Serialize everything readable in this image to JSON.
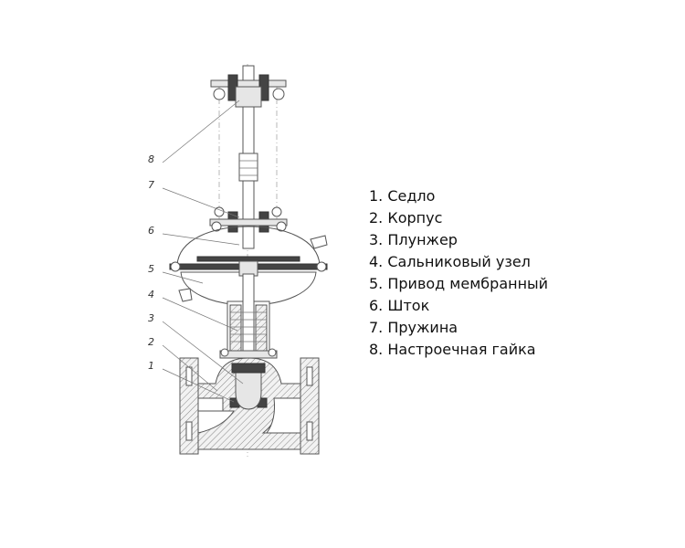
{
  "callouts": [
    "8",
    "7",
    "6",
    "5",
    "4",
    "3",
    "2",
    "1"
  ],
  "legend": [
    "1. Седло",
    "2. Корпус",
    "3. Плунжер",
    "4. Сальниковый узел",
    "5. Привод мембранный",
    "6. Шток",
    "7. Пружина",
    "8. Настроечная гайка"
  ]
}
